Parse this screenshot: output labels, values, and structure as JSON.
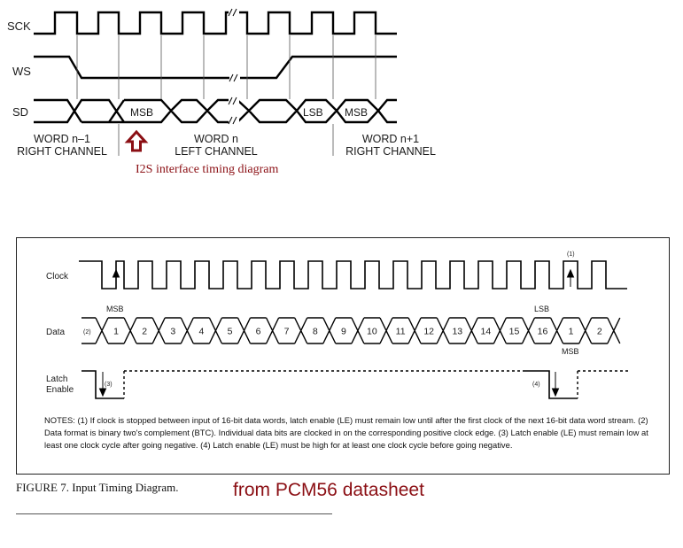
{
  "i2s": {
    "signals": {
      "sck": "SCK",
      "ws": "WS",
      "sd": "SD"
    },
    "cells": {
      "msb1": "MSB",
      "lsb": "LSB",
      "msb2": "MSB"
    },
    "word_prev": {
      "line1": "WORD n–1",
      "line2": "RIGHT CHANNEL"
    },
    "word_cur": {
      "line1": "WORD n",
      "line2": "LEFT CHANNEL"
    },
    "word_next": {
      "line1": "WORD n+1",
      "line2": "RIGHT CHANNEL"
    },
    "caption": "I2S interface timing diagram",
    "arrow_color": "#8b0f14"
  },
  "pcm56": {
    "signals": {
      "clock": "Clock",
      "data": "Data",
      "latch_line1": "Latch",
      "latch_line2": "Enable"
    },
    "markers": {
      "n1": "(1)",
      "n2": "(2)",
      "n3": "(3)",
      "n4": "(4)"
    },
    "msb_top": "MSB",
    "lsb_top": "LSB",
    "msb_bottom": "MSB",
    "bits": [
      "1",
      "2",
      "3",
      "4",
      "5",
      "6",
      "7",
      "8",
      "9",
      "10",
      "11",
      "12",
      "13",
      "14",
      "15",
      "16",
      "1",
      "2"
    ],
    "notes": "NOTES: (1) If clock is stopped between input of 16-bit data words, latch enable (LE) must remain low until after the first clock of the next 16-bit data word stream. (2) Data format is binary two's complement (BTC). Individual data bits are clocked in on the corresponding positive clock edge. (3) Latch enable (LE) must remain low at least one clock cycle after going negative. (4) Latch enable (LE) must be high for at least one clock cycle before going negative.",
    "figure_caption": "FIGURE 7. Input Timing Diagram."
  },
  "source_note": "from PCM56 datasheet",
  "source_color": "#8b0f14"
}
